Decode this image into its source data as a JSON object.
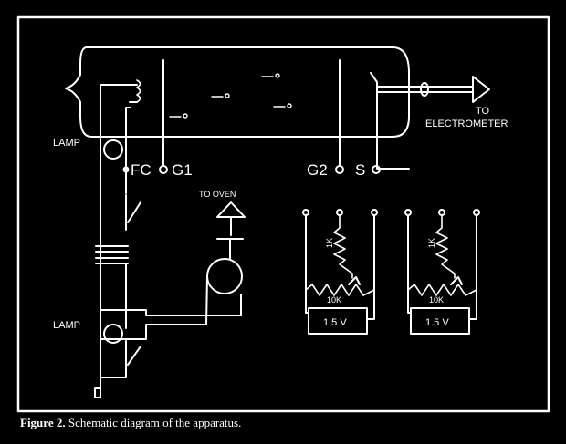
{
  "labels": {
    "lamp_top": "LAMP",
    "lamp_bottom": "LAMP",
    "fc": "FC",
    "g1": "G1",
    "g2": "G2",
    "s": "S",
    "to": "TO",
    "electrometer": "ELECTROMETER",
    "to_oven": "TO OVEN",
    "resistor_1k_left": "1K",
    "resistor_1k_right": "1K",
    "pot_10k_left": "10K",
    "pot_10k_right": "10K",
    "battery_left": "1.5 V",
    "battery_right": "1.5 V"
  },
  "caption": {
    "prefix": "Figure 2.",
    "text": "Schematic diagram of the apparatus."
  },
  "colors": {
    "background": "#000000",
    "ink": "#ffffff"
  }
}
